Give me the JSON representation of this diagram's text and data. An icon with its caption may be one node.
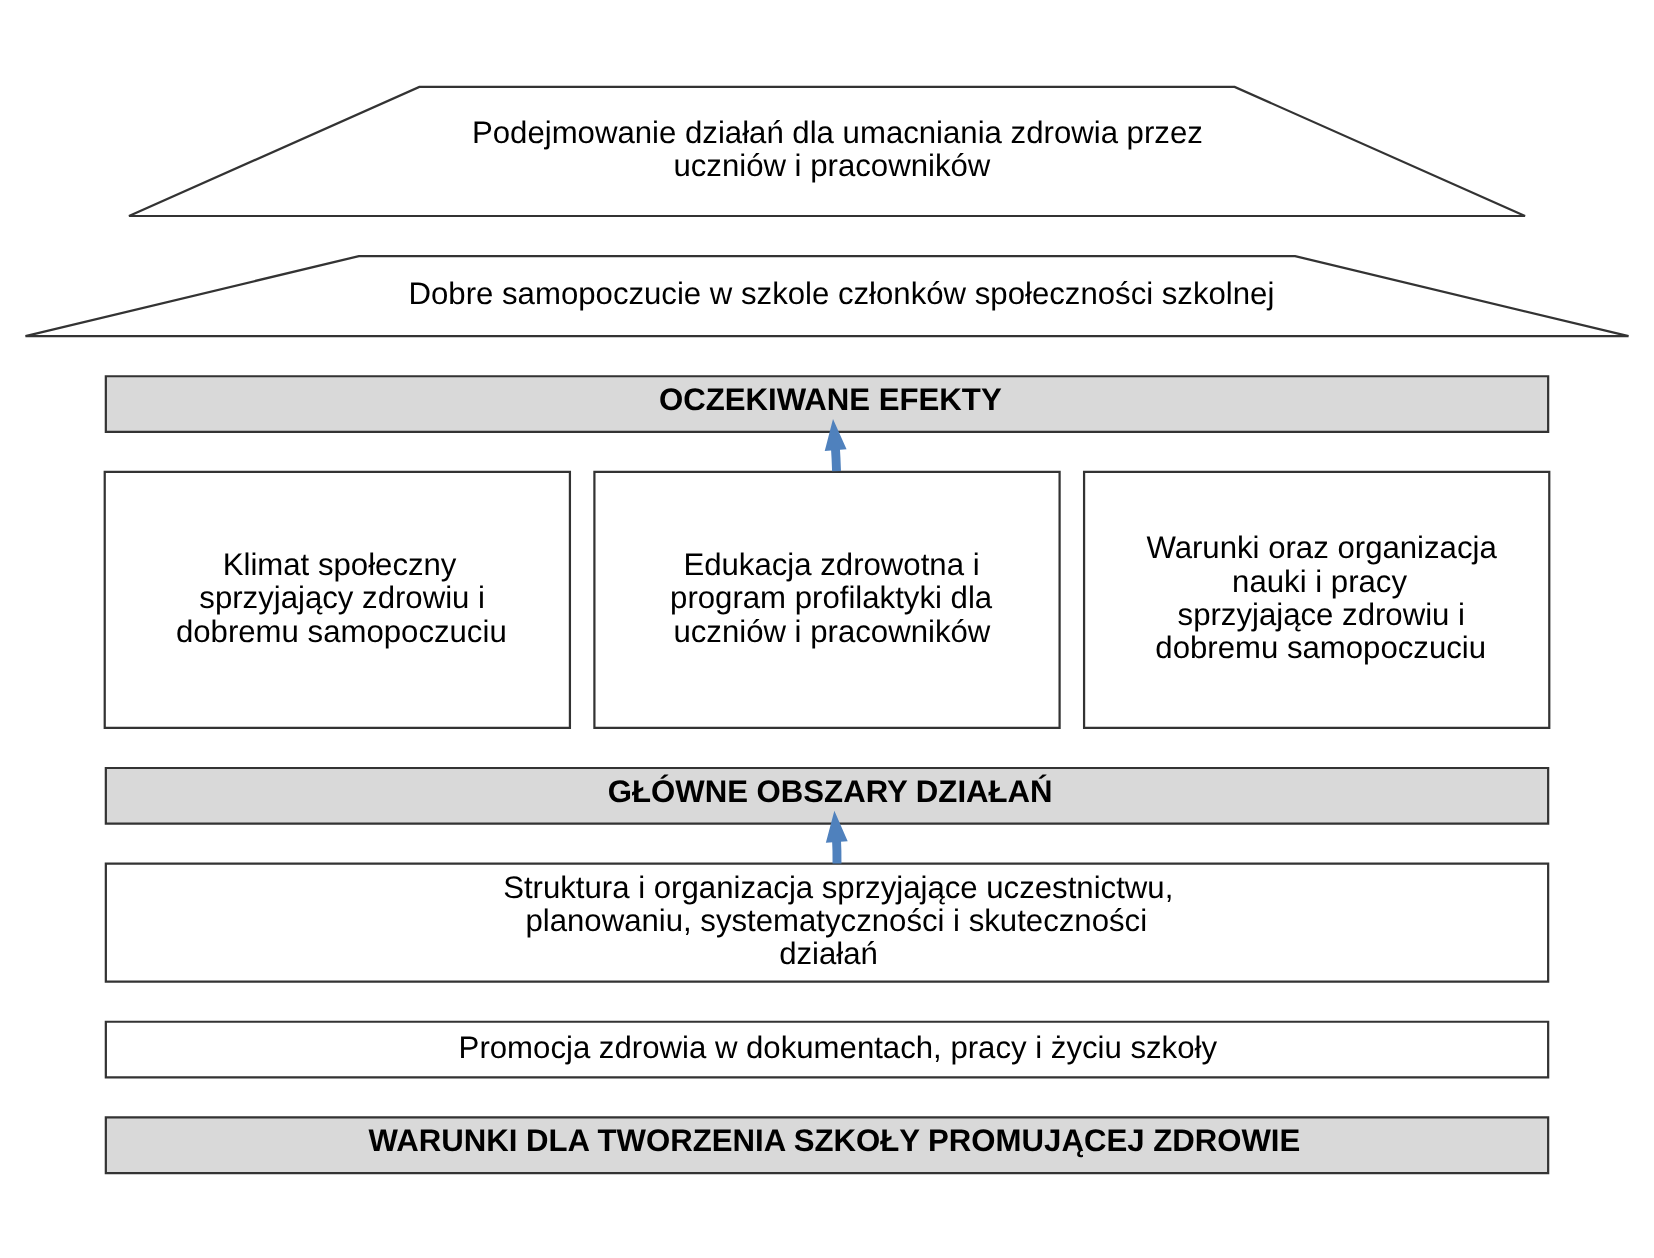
{
  "diagram": {
    "nodes": [
      {
        "text": [
          "Podejmowanie działań dla umacniania zdrowia przez uczniów i pracowników"
        ]
      },
      {
        "text": [
          "Dobre samopoczucie w szkole członków społeczności szkolnej"
        ]
      },
      {
        "text": [
          "OCZEKIWANE EFEKTY"
        ]
      },
      {
        "text": [
          "Klimat społeczny sprzyjający zdrowiu i dobremu samopoczuciu"
        ]
      },
      {
        "text": [
          "Edukacja zdrowotna i program profilaktyki dla uczniów i pracowników"
        ]
      },
      {
        "text": [
          "Warunki oraz organizacja nauki i pracy sprzyjające zdrowiu i dobremu samopoczuciu"
        ]
      },
      {
        "text": [
          "GŁÓWNE OBSZARY DZIAŁAŃ"
        ]
      },
      {
        "text": [
          "Struktura i organizacja sprzyjające uczestnictwu, planowaniu, systematyczności i skuteczności działań"
        ]
      },
      {
        "text": [
          "Promocja zdrowia w dokumentach, pracy i życiu szkoły"
        ]
      },
      {
        "text": [
          "WARUNKI DLA TWORZENIA SZKOŁY PROMUJĄCEJ ZDROWIE"
        ]
      }
    ],
    "edges": [
      {
        "from": 7,
        "to": 6,
        "arrow": "to"
      },
      {
        "from": 4,
        "to": 2,
        "arrow": "to"
      }
    ]
  }
}
